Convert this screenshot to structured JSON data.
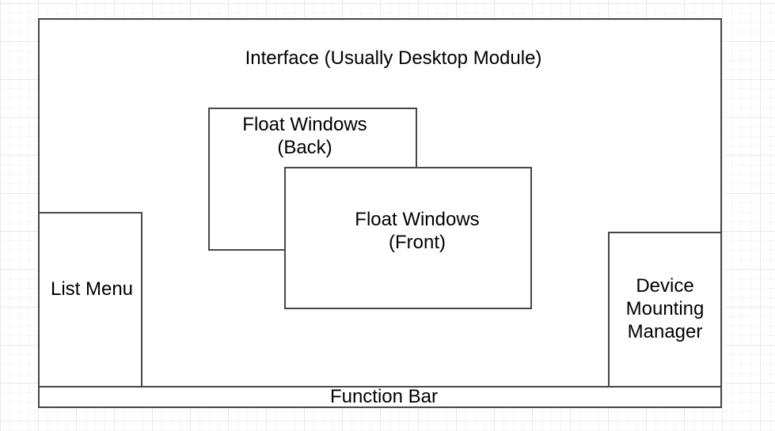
{
  "diagram": {
    "interface": {
      "label": "Interface (Usually Desktop Module)"
    },
    "float_back": {
      "line1": "Float Windows",
      "line2": "(Back)"
    },
    "float_front": {
      "line1": "Float Windows",
      "line2": "(Front)"
    },
    "list_menu": {
      "label": "List Menu"
    },
    "device_manager": {
      "line1": "Device",
      "line2": "Mounting",
      "line3": "Manager"
    },
    "function_bar": {
      "label": "Function Bar"
    }
  },
  "colors": {
    "shape_border": "#474747",
    "shape_fill": "#ffffff",
    "text": "#000000",
    "grid_minor": "#f6f6f6",
    "grid_major": "#e9e9e9",
    "canvas_background": "#ffffff"
  }
}
